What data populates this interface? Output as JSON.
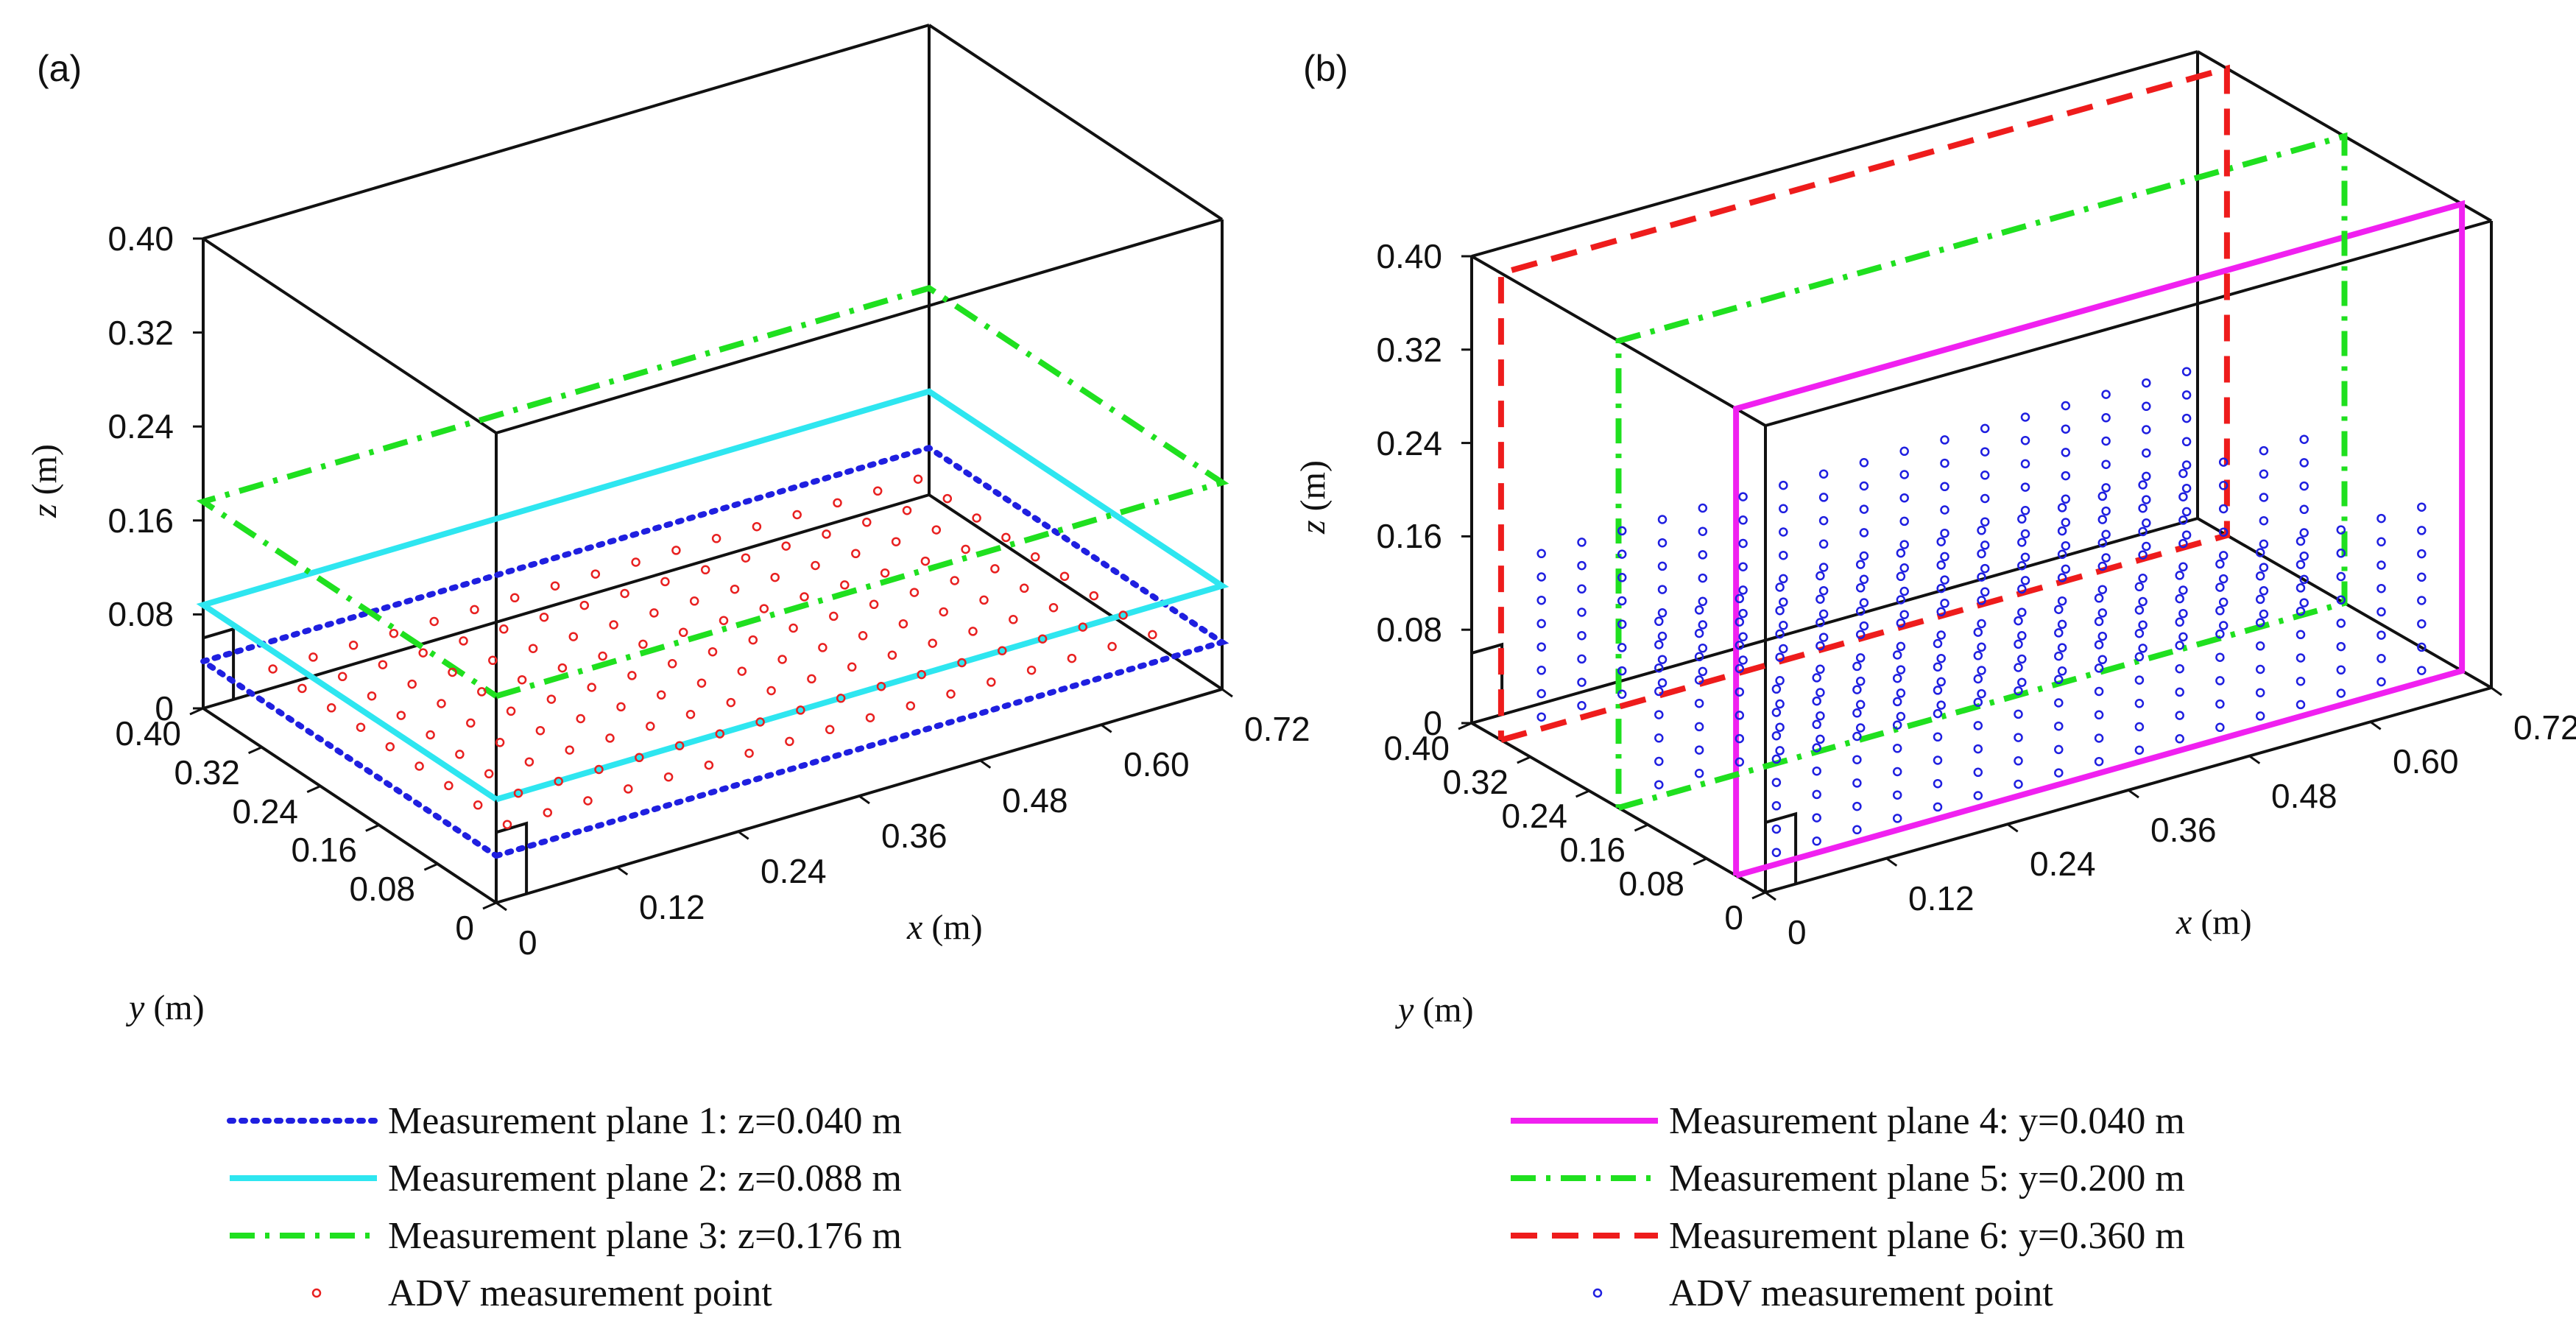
{
  "chart_data": [
    {
      "type": "scatter",
      "panel_label": "(a)",
      "xlabel": {
        "var": "x",
        "unit": "(m)"
      },
      "ylabel": {
        "var": "y",
        "unit": "(m)"
      },
      "zlabel": {
        "var": "z",
        "unit": "(m)"
      },
      "xlim": [
        0,
        0.72
      ],
      "ylim": [
        0,
        0.4
      ],
      "zlim": [
        0,
        0.4
      ],
      "x_ticks": [
        "0",
        "0.12",
        "0.24",
        "0.36",
        "0.48",
        "0.60",
        "0.72"
      ],
      "y_ticks": [
        "0",
        "0.08",
        "0.16",
        "0.24",
        "0.32",
        "0.40"
      ],
      "z_ticks": [
        "0",
        "0.08",
        "0.16",
        "0.24",
        "0.32",
        "0.40"
      ],
      "planes": [
        {
          "axis": "z",
          "value": 0.04,
          "color": "#1f1fe0",
          "style": "dotted"
        },
        {
          "axis": "z",
          "value": 0.088,
          "color": "#2ee6f0",
          "style": "solid"
        },
        {
          "axis": "z",
          "value": 0.176,
          "color": "#1fe01f",
          "style": "dashdot"
        }
      ],
      "points": {
        "color": "#e82020",
        "z": 0.04,
        "x_values": [
          0.04,
          0.08,
          0.12,
          0.16,
          0.2,
          0.24,
          0.28,
          0.32,
          0.36,
          0.4,
          0.44,
          0.48,
          0.52,
          0.56,
          0.6,
          0.64,
          0.68
        ],
        "y_values": [
          0.04,
          0.08,
          0.12,
          0.16,
          0.2,
          0.24,
          0.28,
          0.32,
          0.36
        ]
      },
      "legend": [
        {
          "kind": "dotted",
          "color": "#1f1fe0",
          "label": "Measurement plane 1: z=0.040 m"
        },
        {
          "kind": "solid",
          "color": "#2ee6f0",
          "label": "Measurement plane 2: z=0.088 m"
        },
        {
          "kind": "dashdot",
          "color": "#1fe01f",
          "label": "Measurement plane 3: z=0.176 m"
        },
        {
          "kind": "marker",
          "color": "#e82020",
          "label": "ADV measurement point"
        }
      ]
    },
    {
      "type": "scatter",
      "panel_label": "(b)",
      "xlabel": {
        "var": "x",
        "unit": "(m)"
      },
      "ylabel": {
        "var": "y",
        "unit": "(m)"
      },
      "zlabel": {
        "var": "z",
        "unit": "(m)"
      },
      "xlim": [
        0,
        0.72
      ],
      "ylim": [
        0,
        0.4
      ],
      "zlim": [
        0,
        0.4
      ],
      "x_ticks": [
        "0",
        "0.12",
        "0.24",
        "0.36",
        "0.48",
        "0.60",
        "0.72"
      ],
      "y_ticks": [
        "0",
        "0.08",
        "0.16",
        "0.24",
        "0.32",
        "0.40"
      ],
      "z_ticks": [
        "0",
        "0.08",
        "0.16",
        "0.24",
        "0.32",
        "0.40"
      ],
      "planes": [
        {
          "axis": "y",
          "value": 0.04,
          "color": "#f020f0",
          "style": "solid"
        },
        {
          "axis": "y",
          "value": 0.2,
          "color": "#1fe01f",
          "style": "dashdot"
        },
        {
          "axis": "y",
          "value": 0.36,
          "color": "#ee1c1c",
          "style": "dashed"
        }
      ],
      "points": {
        "color": "#1f1fe0",
        "x_values": [
          0.04,
          0.08,
          0.12,
          0.16,
          0.2,
          0.24,
          0.28,
          0.32,
          0.36,
          0.4,
          0.44,
          0.48,
          0.52,
          0.56,
          0.6,
          0.64,
          0.68
        ],
        "y_values": [
          0.04,
          0.2,
          0.36
        ],
        "z_values": [
          0.01,
          0.03,
          0.05,
          0.07,
          0.09,
          0.11,
          0.13,
          0.15
        ]
      },
      "legend": [
        {
          "kind": "solid",
          "color": "#f020f0",
          "label": "Measurement plane 4: y=0.040 m"
        },
        {
          "kind": "dashdot",
          "color": "#1fe01f",
          "label": "Measurement plane 5: y=0.200 m"
        },
        {
          "kind": "dashed",
          "color": "#ee1c1c",
          "label": "Measurement plane 6: y=0.360 m"
        },
        {
          "kind": "marker",
          "color": "#1f1fe0",
          "label": "ADV measurement point"
        }
      ]
    }
  ]
}
